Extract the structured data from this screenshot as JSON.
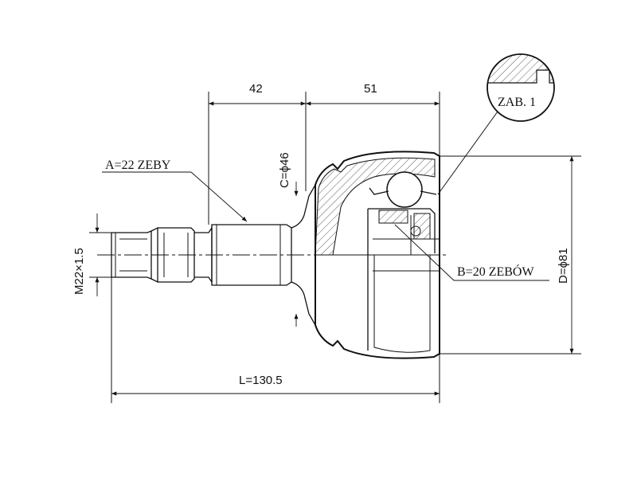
{
  "dimensions": {
    "top_left": "42",
    "top_right": "51",
    "length": "L=130.5",
    "thread": "M22×1.5",
    "shaft_diameter": "C=ϕ46",
    "outer_diameter": "D=ϕ81"
  },
  "labels": {
    "splines_a": "A=22 ZEBY",
    "splines_b": "B=20 ZEBÓW",
    "detail": "ZAB. 1"
  }
}
